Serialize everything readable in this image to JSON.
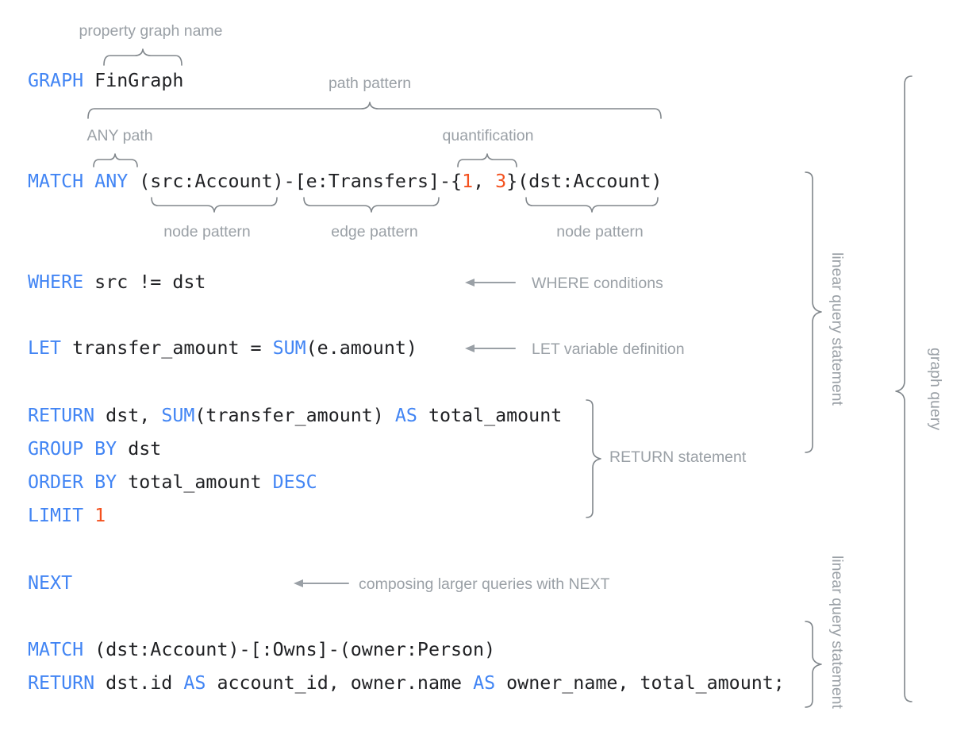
{
  "meta": {
    "title": "GQL graph query anatomy",
    "colors": {
      "keyword": "#4285F4",
      "number": "#F4511E",
      "code_text": "#202124",
      "annotation": "#9AA0A6",
      "brace": "#80868B",
      "background": "#FFFFFF"
    }
  },
  "code": {
    "line_graph": {
      "kw_graph": "GRAPH",
      "graph_name": " FinGraph"
    },
    "line_match": {
      "kw_match": "MATCH",
      "kw_any": "ANY",
      "src_node": "(src:Account)",
      "dash1": "-",
      "edge": "[e:Transfers]",
      "dash2": "-",
      "brace_open": "{",
      "q_min": "1",
      "q_comma": ",",
      "q_max": "3",
      "brace_close": "}",
      "dst_node": "(dst:Account)"
    },
    "line_where": {
      "kw_where": "WHERE",
      "expr": " src != dst"
    },
    "line_let": {
      "kw_let": "LET",
      "var": " transfer_amount = ",
      "kw_sum": "SUM",
      "args": "(e.amount)"
    },
    "line_return1": {
      "kw_return": "RETURN",
      "cols_a": " dst, ",
      "kw_sum": "SUM",
      "cols_b": "(transfer_amount) ",
      "kw_as": "AS",
      "cols_c": " total_amount"
    },
    "line_group": {
      "kw_group": "GROUP BY",
      "expr": " dst"
    },
    "line_order": {
      "kw_order": "ORDER BY",
      "expr": " total_amount ",
      "kw_desc": "DESC"
    },
    "line_limit": {
      "kw_limit": "LIMIT",
      "value": "1"
    },
    "line_next": {
      "kw_next": "NEXT"
    },
    "line_match2": {
      "kw_match": "MATCH",
      "pattern": " (dst:Account)-[:Owns]-(owner:Person)"
    },
    "line_return2": {
      "kw_return": "RETURN",
      "a": " dst.id ",
      "kw_as1": "AS",
      "b": " account_id, owner.name ",
      "kw_as2": "AS",
      "c": " owner_name, total_amount;"
    }
  },
  "annotations": {
    "property_graph_name": "property graph name",
    "path_pattern": "path pattern",
    "any_path": "ANY path",
    "quantification": "quantification",
    "node_pattern_left": "node pattern",
    "edge_pattern": "edge pattern",
    "node_pattern_right": "node pattern",
    "where_conditions": "WHERE conditions",
    "let_variable_definition": "LET variable definition",
    "return_statement": "RETURN statement",
    "composing_with_next": "composing larger queries with NEXT",
    "linear_query_statement_1": "linear query statement",
    "linear_query_statement_2": "linear query statement",
    "graph_query": "graph query"
  }
}
